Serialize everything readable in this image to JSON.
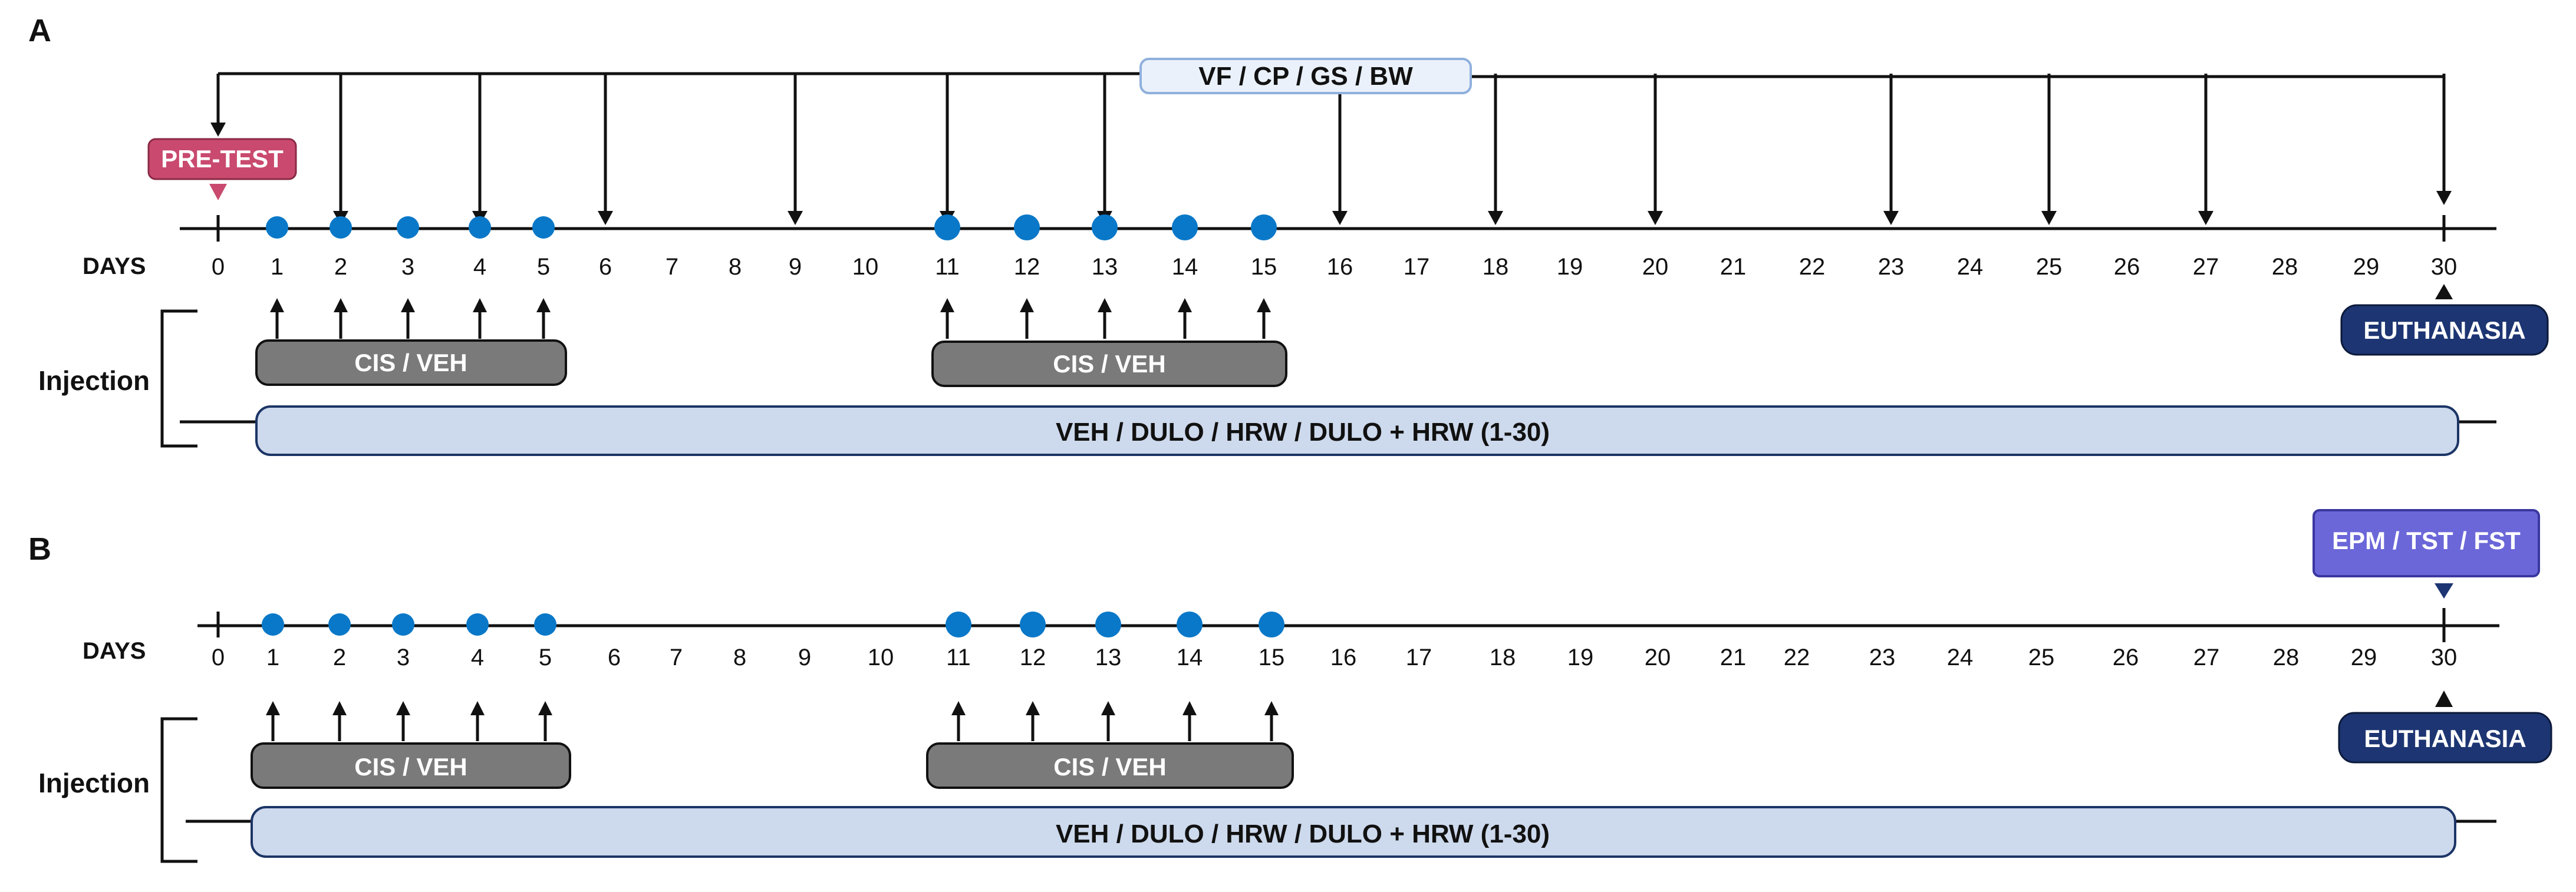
{
  "panels": [
    {
      "letter": "A",
      "days_label": "DAYS",
      "day_ticks": [
        "0",
        "1",
        "2",
        "3",
        "4",
        "5",
        "6",
        "7",
        "8",
        "9",
        "10",
        "11",
        "12",
        "13",
        "14",
        "15",
        "16",
        "17",
        "18",
        "19",
        "20",
        "21",
        "22",
        "23",
        "24",
        "25",
        "26",
        "27",
        "28",
        "29",
        "30"
      ],
      "test_label": "VF / CP / GS / BW",
      "test_days": [
        0,
        2,
        4,
        6,
        9,
        11,
        13,
        16,
        18,
        20,
        23,
        25,
        27,
        30
      ],
      "pretest_label": "PRE-TEST",
      "injection_dots_days": [
        1,
        2,
        3,
        4,
        5,
        11,
        12,
        13,
        14,
        15
      ],
      "injection_label": "Injection",
      "injection_block_1": "CIS / VEH",
      "injection_block_2": "CIS / VEH",
      "treatment_label": "VEH / DULO / HRW / DULO + HRW (1-30)",
      "end_label": "EUTHANASIA"
    },
    {
      "letter": "B",
      "days_label": "DAYS",
      "day_ticks": [
        "0",
        "1",
        "2",
        "3",
        "4",
        "5",
        "6",
        "7",
        "8",
        "9",
        "10",
        "11",
        "12",
        "13",
        "14",
        "15",
        "16",
        "17",
        "18",
        "19",
        "20",
        "21",
        "22",
        "23",
        "24",
        "25",
        "26",
        "27",
        "28",
        "29",
        "30"
      ],
      "injection_dots_days": [
        1,
        2,
        3,
        4,
        5,
        11,
        12,
        13,
        14,
        15
      ],
      "injection_label": "Injection",
      "injection_block_1": "CIS / VEH",
      "injection_block_2": "CIS / VEH",
      "treatment_label": "VEH / DULO / HRW / DULO + HRW (1-30)",
      "behavior_label": "EPM / TST / FST",
      "end_label": "EUTHANASIA"
    }
  ],
  "colors": {
    "dot": "#0a78c8",
    "pretest_fill": "#c94a6e",
    "test_box_fill": "#eaf1fb",
    "test_box_stroke": "#8fb0dc",
    "block_fill": "#7a7a7a",
    "treatment_fill": "#cdd9ec",
    "treatment_stroke": "#1c3566",
    "euthanasia_fill": "#1d3572",
    "behavior_fill": "#6b67d9"
  }
}
